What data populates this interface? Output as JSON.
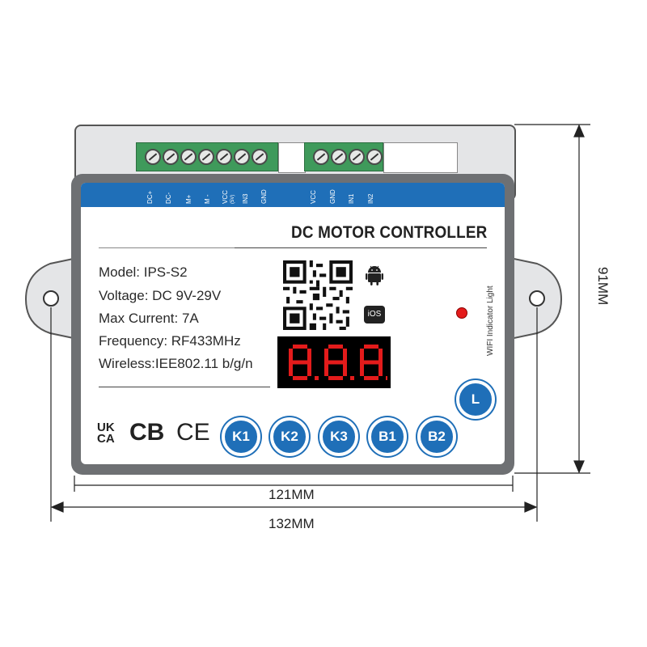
{
  "title": "DC MOTOR CONTROLLER",
  "pins_left": [
    "DC+",
    "DC-",
    "M+",
    "M -",
    "VCC",
    "IN3",
    "GND"
  ],
  "pin_vcc_sub": "(5V)",
  "pins_right": [
    "VCC",
    "GND",
    "IN1",
    "IN2"
  ],
  "specs": [
    "Model: IPS-S2",
    "Voltage: DC 9V-29V",
    "Max Current: 7A",
    "Frequency: RF433MHz",
    "Wireless:IEE802.11 b/g/n"
  ],
  "display_value": "8.8.8.",
  "wifi_label": "WIFI Indicator Light",
  "ios_label": "iOS",
  "buttons": [
    "K1",
    "K2",
    "K3",
    "B1",
    "B2"
  ],
  "l_button": "L",
  "cert_marks": {
    "ukca_top": "UK",
    "ukca_bottom": "CA",
    "cb": "CB",
    "ce": "CE"
  },
  "dimensions": {
    "inner_width": "121MM",
    "outer_width": "132MM",
    "height": "91MM"
  },
  "colors": {
    "accent_blue": "#1f6fb8",
    "terminal_green": "#3f9a5b",
    "led_red": "#e41b1b",
    "body_gray": "#6e7073"
  }
}
